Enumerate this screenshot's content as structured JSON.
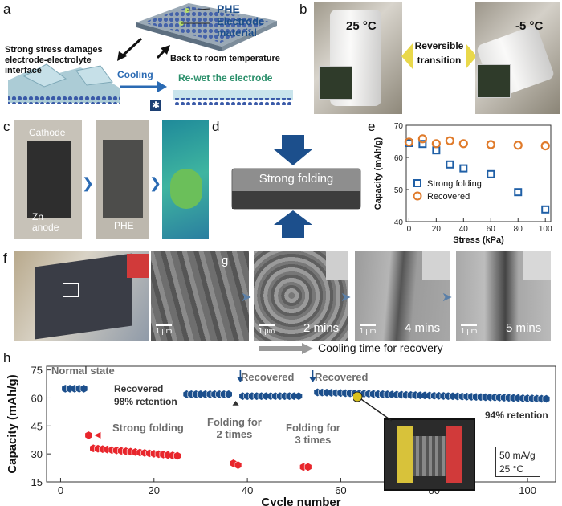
{
  "panels": {
    "a": "a",
    "b": "b",
    "c": "c",
    "d": "d",
    "e": "e",
    "f": "f",
    "g": "g",
    "h": "h"
  },
  "panel_a": {
    "phe": "PHE",
    "electrode_line1": "Electrode",
    "electrode_line2": "material",
    "stress_line1": "Strong stress damages",
    "stress_line2": "electrode-electrolyte",
    "stress_line3": "interface",
    "back": "Back to room temperature",
    "cooling": "Cooling",
    "rewet": "Re-wet the electrode"
  },
  "panel_b": {
    "temp_warm": "25 °C",
    "temp_cold": "-5 °C",
    "reversible_line1": "Reversible",
    "reversible_line2": "transition"
  },
  "panel_c": {
    "cathode": "Cathode",
    "zn_line1": "Zn",
    "zn_line2": "anode",
    "phe": "PHE"
  },
  "panel_d": {
    "label": "Strong folding"
  },
  "panel_g": {
    "scale": "1 μm",
    "times": [
      "2 mins",
      "4 mins",
      "5 mins"
    ],
    "caption": "Cooling time for recovery"
  },
  "panel_h_notes": {
    "normal": "Normal state",
    "recovered1_line1": "Recovered",
    "recovered1_line2": "98% retention",
    "recovered2": "Recovered",
    "recovered3": "Recovered",
    "strong": "Strong folding",
    "fold2_line1": "Folding for",
    "fold2_line2": "2 times",
    "fold3_line1": "Folding for",
    "fold3_line2": "3 times",
    "ret94": "94% retention",
    "cond_line1": "50 mA/g",
    "cond_line2": "25 °C"
  },
  "colors": {
    "blue": "#1f5fa6",
    "orange": "#e07b2b",
    "red": "#e8262c",
    "navy_hex": "#1c4f8c",
    "arrow_blue": "#2a6ab3",
    "panel_green": "#2e8b57"
  },
  "chart_data": [
    {
      "id": "e",
      "type": "scatter",
      "xlabel": "Stress (kPa)",
      "ylabel": "Capacity (mAh/g)",
      "xlim": [
        -2,
        104
      ],
      "ylim": [
        40,
        70
      ],
      "xticks": [
        0,
        20,
        40,
        60,
        80,
        100
      ],
      "yticks": [
        40,
        50,
        60,
        70
      ],
      "series": [
        {
          "name": "Strong folding",
          "marker": "square",
          "color": "#1f5fa6",
          "x": [
            0,
            10,
            20,
            30,
            40,
            60,
            80,
            100
          ],
          "y": [
            64.5,
            64.2,
            62.2,
            57.8,
            56.6,
            54.8,
            49.2,
            43.8
          ]
        },
        {
          "name": "Recovered",
          "marker": "circle",
          "color": "#e07b2b",
          "x": [
            0,
            10,
            20,
            30,
            40,
            60,
            80,
            100
          ],
          "y": [
            64.8,
            65.8,
            64.3,
            65.2,
            64.3,
            64.0,
            63.8,
            63.6
          ]
        }
      ],
      "legend": "lower-left"
    },
    {
      "id": "h",
      "type": "scatter",
      "xlabel": "Cycle number",
      "ylabel": "Capacity (mAh/g)",
      "xlim": [
        -3,
        106
      ],
      "ylim": [
        15,
        77
      ],
      "xticks": [
        0,
        20,
        40,
        60,
        80,
        100
      ],
      "yticks": [
        15,
        30,
        45,
        60,
        75
      ],
      "segments": [
        {
          "state": "normal",
          "color": "#1c4f8c",
          "x_start": 1,
          "x_end": 5,
          "y_start": 65,
          "y_end": 65
        },
        {
          "state": "folded",
          "color": "#e8262c",
          "x_start": 6,
          "x_end": 6,
          "y_start": 40,
          "y_end": 40
        },
        {
          "state": "folded",
          "color": "#e8262c",
          "x_start": 7,
          "x_end": 25,
          "y_start": 33,
          "y_end": 29
        },
        {
          "state": "recovered",
          "color": "#1c4f8c",
          "x_start": 27,
          "x_end": 36,
          "y_start": 62,
          "y_end": 62
        },
        {
          "state": "folded",
          "color": "#e8262c",
          "x_start": 37,
          "x_end": 38,
          "y_start": 25,
          "y_end": 24
        },
        {
          "state": "recovered",
          "color": "#1c4f8c",
          "x_start": 39,
          "x_end": 51,
          "y_start": 61,
          "y_end": 61
        },
        {
          "state": "folded",
          "color": "#e8262c",
          "x_start": 52,
          "x_end": 53,
          "y_start": 23,
          "y_end": 23
        },
        {
          "state": "recovered",
          "color": "#1c4f8c",
          "x_start": 55,
          "x_end": 104,
          "y_start": 63,
          "y_end": 59.5
        }
      ]
    }
  ]
}
